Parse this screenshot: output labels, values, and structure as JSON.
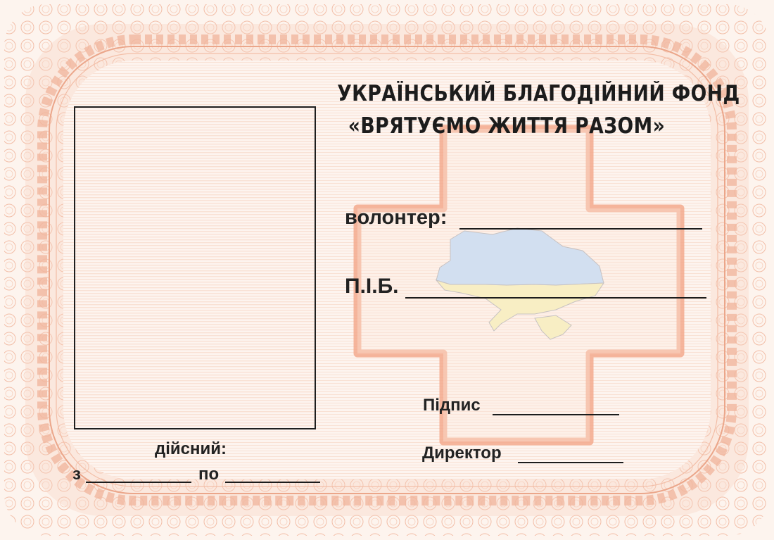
{
  "document": {
    "title_line_1": "УКРАЇНСЬКИЙ БЛАГОДІЙНИЙ ФОНД",
    "title_line_2": "«ВРЯТУЄМО ЖИТТЯ РАЗОМ»"
  },
  "fields": {
    "volunteer_label": "волонтер:",
    "name_label": "П.І.Б.",
    "signature_label": "Підпис",
    "director_label": "Директор",
    "valid_label": "дійсний:",
    "from_label": "з",
    "to_label": "по"
  },
  "colors": {
    "guilloche": "#f0b49b",
    "cross": "#f3a98d",
    "text": "#1c1c1c",
    "map_blue": "#cfdcec",
    "map_yellow": "#f7edbf"
  },
  "icons": {
    "emblem": "red-cross-emblem",
    "map": "ukraine-map-watermark"
  }
}
